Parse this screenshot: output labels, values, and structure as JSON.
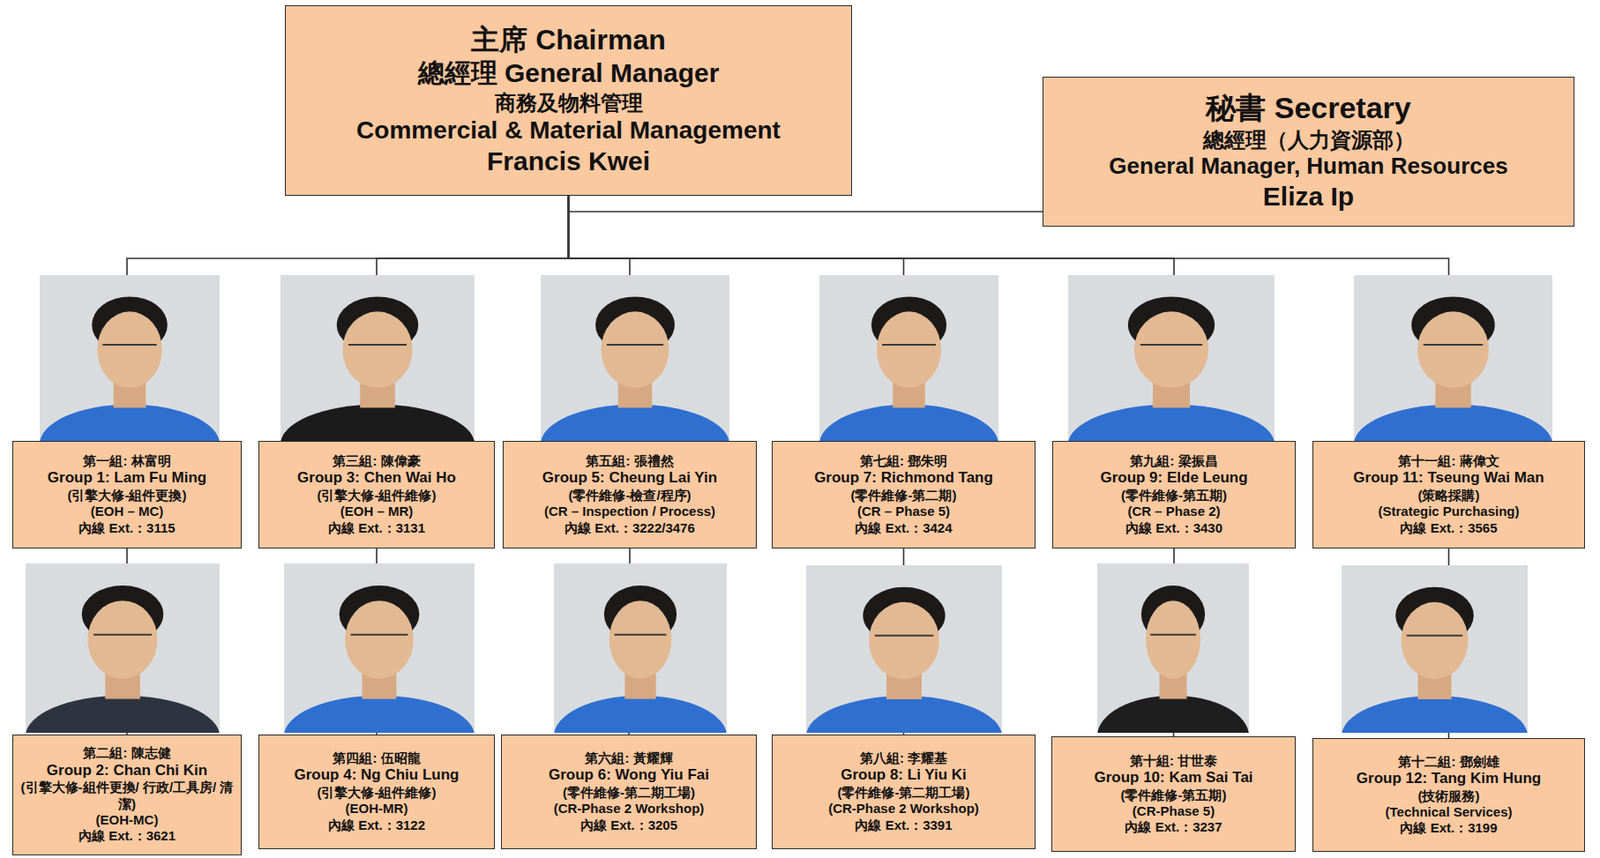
{
  "diagram": {
    "nodes": [
      {
        "text": [
          "主席 Chairman",
          "總經理 General Manager",
          "商務及物料管理",
          "Commercial & Material Management",
          "Francis Kwei"
        ]
      },
      {
        "text": [
          "秘書 Secretary",
          "總經理（人力資源部）",
          "General Manager, Human Resources",
          "Eliza Ip"
        ]
      },
      {
        "text": [
          "第一組: 林富明",
          "Group 1: Lam Fu Ming",
          "(引擎大修-組件更換)",
          "(EOH – MC)",
          "內線 Ext.：3115"
        ]
      },
      {
        "text": [
          "第二組: 陳志健",
          "Group 2: Chan Chi Kin",
          "(引擎大修-組件更換/ 行政/工具房/ 清潔)",
          "(EOH-MC)",
          "內線 Ext.：3621"
        ]
      },
      {
        "text": [
          "第三組: 陳偉豪",
          "Group 3: Chen Wai Ho",
          "(引擎大修-組件維修)",
          "(EOH – MR)",
          "內線 Ext.：3131"
        ]
      },
      {
        "text": [
          "第四組: 伍昭龍",
          "Group 4: Ng Chiu Lung",
          "(引擎大修-組件維修)",
          "(EOH-MR)",
          "內線 Ext.：3122"
        ]
      },
      {
        "text": [
          "第五組: 張禮然",
          "Group 5: Cheung Lai Yin",
          "(零件維修-檢查/程序)",
          "(CR – Inspection / Process)",
          "內線 Ext.：3222/3476"
        ]
      },
      {
        "text": [
          "第六組: 黃耀輝",
          "Group 6: Wong Yiu Fai",
          "(零件維修-第二期工場)",
          "(CR-Phase 2 Workshop)",
          "內線 Ext.：3205"
        ]
      },
      {
        "text": [
          "第七組: 鄧朱明",
          "Group 7: Richmond Tang",
          "(零件維修-第二期)",
          "(CR – Phase 5)",
          "內線 Ext.：3424"
        ]
      },
      {
        "text": [
          "第八組: 李耀基",
          "Group 8: Li Yiu Ki",
          "(零件維修-第二期工場)",
          "(CR-Phase 2 Workshop)",
          "內線 Ext.：3391"
        ]
      },
      {
        "text": [
          "第九組: 梁振昌",
          "Group 9: Elde Leung",
          "(零件維修-第五期)",
          "(CR – Phase 2)",
          "內線 Ext.：3430"
        ]
      },
      {
        "text": [
          "第十組: 甘世泰",
          "Group 10: Kam Sai Tai",
          "(零件維修-第五期)",
          "(CR-Phase 5)",
          "內線 Ext.：3237"
        ]
      },
      {
        "text": [
          "第十一組: 蔣偉文",
          "Group 11: Tseung Wai Man",
          "(策略採購)",
          "(Strategic Purchasing)",
          "內線 Ext.：3565"
        ]
      },
      {
        "text": [
          "第十二組: 鄧劍雄",
          "Group 12: Tang Kim Hung",
          "(技術服務)",
          "(Technical Services)",
          "內線 Ext.：3199"
        ]
      }
    ],
    "edges": [
      {
        "from": 0,
        "to": 1,
        "arrow": "none"
      },
      {
        "from": 0,
        "to": 2,
        "arrow": "none"
      },
      {
        "from": 0,
        "to": 4,
        "arrow": "none"
      },
      {
        "from": 0,
        "to": 6,
        "arrow": "none"
      },
      {
        "from": 0,
        "to": 8,
        "arrow": "none"
      },
      {
        "from": 0,
        "to": 10,
        "arrow": "none"
      },
      {
        "from": 0,
        "to": 12,
        "arrow": "none"
      },
      {
        "from": 2,
        "to": 3,
        "arrow": "none"
      },
      {
        "from": 4,
        "to": 5,
        "arrow": "none"
      },
      {
        "from": 6,
        "to": 7,
        "arrow": "none"
      },
      {
        "from": 8,
        "to": 9,
        "arrow": "none"
      },
      {
        "from": 10,
        "to": 11,
        "arrow": "none"
      },
      {
        "from": 12,
        "to": 13,
        "arrow": "none"
      }
    ]
  }
}
